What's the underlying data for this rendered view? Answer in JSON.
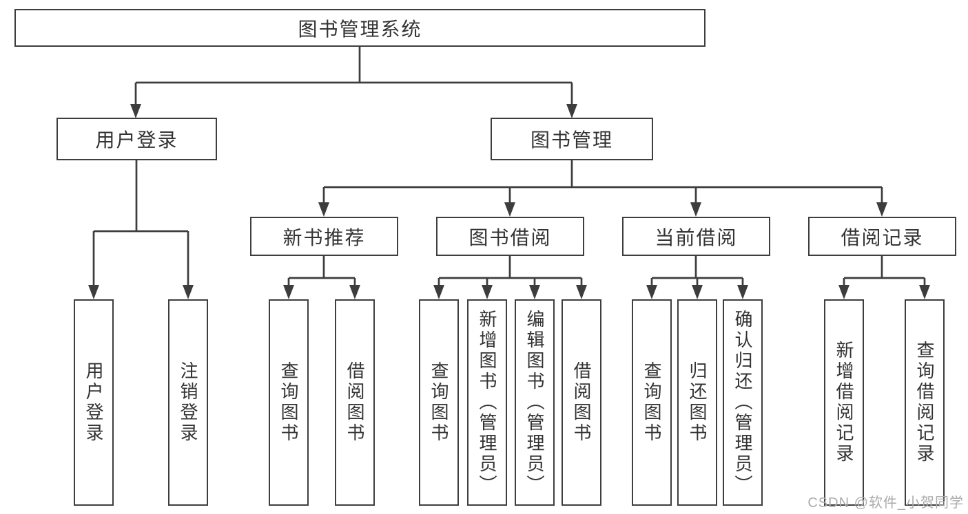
{
  "diagram": {
    "type": "tree",
    "nodes": {
      "root": "图书管理系统",
      "user_login": "用户登录",
      "book_mgmt": "图书管理",
      "new_book_rec": "新书推荐",
      "book_borrow": "图书借阅",
      "current_borrow": "当前借阅",
      "borrow_record": "借阅记录",
      "leaf_user_login": "用户登录",
      "leaf_logout": "注销登录",
      "leaf_nbr_query": "查询图书",
      "leaf_nbr_borrow": "借阅图书",
      "leaf_bb_query": "查询图书",
      "leaf_bb_add": "新增图书（管理员）",
      "leaf_bb_edit": "编辑图书（管理员）",
      "leaf_bb_borrow": "借阅图书",
      "leaf_cb_query": "查询图书",
      "leaf_cb_return": "归还图书",
      "leaf_cb_confirm": "确认归还（管理员）",
      "leaf_br_add": "新增借阅记录",
      "leaf_br_query": "查询借阅记录"
    },
    "hierarchy": {
      "图书管理系统": {
        "用户登录": [
          "用户登录",
          "注销登录"
        ],
        "图书管理": {
          "新书推荐": [
            "查询图书",
            "借阅图书"
          ],
          "图书借阅": [
            "查询图书",
            "新增图书（管理员）",
            "编辑图书（管理员）",
            "借阅图书"
          ],
          "当前借阅": [
            "查询图书",
            "归还图书",
            "确认归还（管理员）"
          ],
          "借阅记录": [
            "新增借阅记录",
            "查询借阅记录"
          ]
        }
      }
    }
  },
  "watermark": "CSDN @软件_小贺同学",
  "colors": {
    "line": "#3d3d3d",
    "box_border": "#3e3e3e",
    "text": "#333333",
    "watermark": "#ababab",
    "background": "#ffffff"
  }
}
